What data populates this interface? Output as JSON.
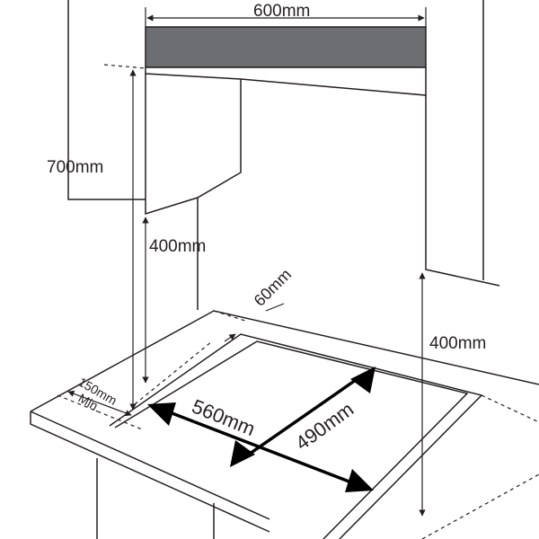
{
  "labels": {
    "top_width": "600mm",
    "left_height": "700mm",
    "hood_clearance": "400mm",
    "right_clearance": "400mm",
    "rear_gap": "60mm",
    "side_gap_value": "150mm",
    "side_gap_note": "Min.",
    "cutout_width": "560mm",
    "cutout_depth": "490mm"
  },
  "colors": {
    "line": "#231f20",
    "hood_band": "#6d6e71",
    "arrow": "#000000"
  }
}
